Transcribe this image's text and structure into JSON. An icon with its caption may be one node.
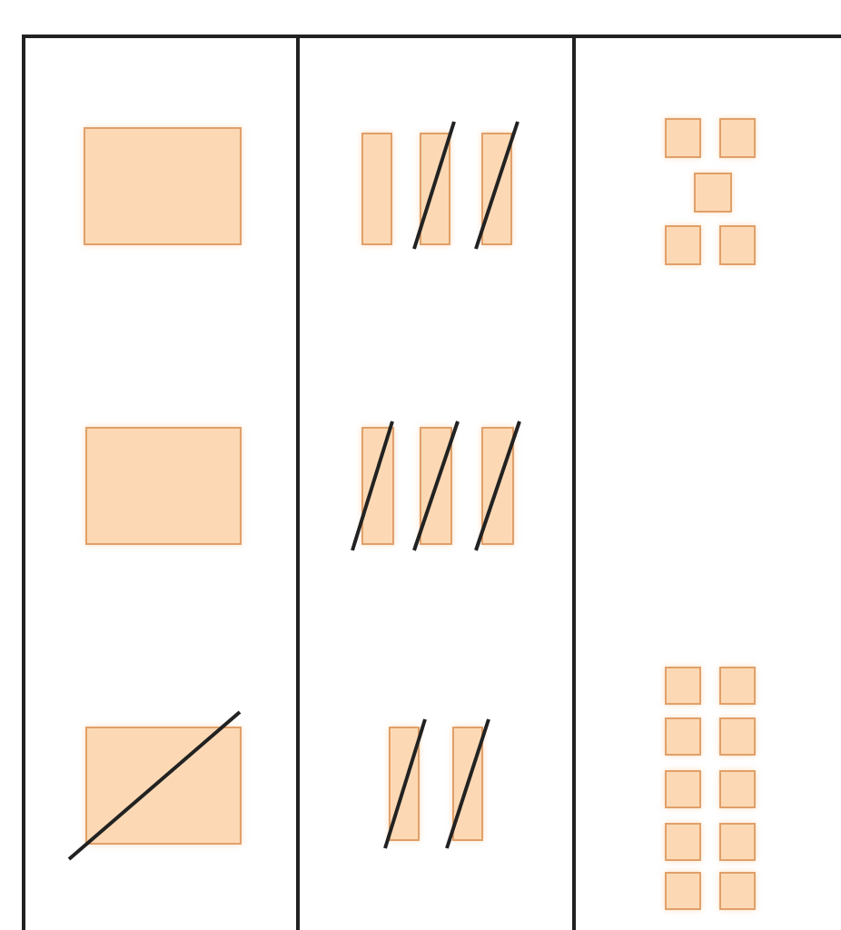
{
  "diagram": {
    "nodes": [
      {
        "text": [],
        "shape": "box"
      },
      {
        "text": [],
        "shape": "bar"
      },
      {
        "text": [],
        "shape": "bar"
      },
      {
        "text": [],
        "shape": "bar"
      },
      {
        "text": [],
        "shape": "box"
      },
      {
        "text": [],
        "shape": "box"
      },
      {
        "text": [],
        "shape": "box"
      },
      {
        "text": [],
        "shape": "box"
      },
      {
        "text": [],
        "shape": "box"
      },
      {
        "text": [],
        "shape": "box"
      },
      {
        "text": [],
        "shape": "bar"
      },
      {
        "text": [],
        "shape": "bar"
      },
      {
        "text": [],
        "shape": "bar"
      },
      {
        "text": [],
        "shape": "box"
      },
      {
        "text": [],
        "shape": "bar"
      },
      {
        "text": [],
        "shape": "bar"
      },
      {
        "text": [],
        "shape": "box"
      },
      {
        "text": [],
        "shape": "box"
      },
      {
        "text": [],
        "shape": "box"
      },
      {
        "text": [],
        "shape": "box"
      },
      {
        "text": [],
        "shape": "box"
      },
      {
        "text": [],
        "shape": "box"
      },
      {
        "text": [],
        "shape": "box"
      },
      {
        "text": [],
        "shape": "box"
      },
      {
        "text": [],
        "shape": "box"
      },
      {
        "text": [],
        "shape": "box"
      }
    ]
  }
}
